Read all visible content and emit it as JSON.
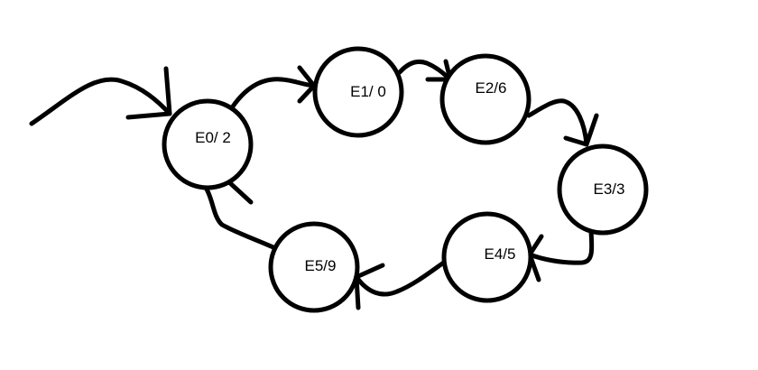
{
  "diagram": {
    "type": "state-machine",
    "states": [
      {
        "id": "E0",
        "label": "E0/ 2",
        "initial": true
      },
      {
        "id": "E1",
        "label": "E1/ 0"
      },
      {
        "id": "E2",
        "label": "E2/6"
      },
      {
        "id": "E3",
        "label": "E3/3"
      },
      {
        "id": "E4",
        "label": "E4/5"
      },
      {
        "id": "E5",
        "label": "E5/9"
      }
    ],
    "transitions": [
      {
        "from": "start",
        "to": "E0"
      },
      {
        "from": "E0",
        "to": "E1"
      },
      {
        "from": "E1",
        "to": "E2"
      },
      {
        "from": "E2",
        "to": "E3"
      },
      {
        "from": "E3",
        "to": "E4"
      },
      {
        "from": "E4",
        "to": "E5"
      },
      {
        "from": "E5",
        "to": "E0"
      }
    ],
    "colors": {
      "stroke": "#000000",
      "background": "#ffffff"
    }
  }
}
